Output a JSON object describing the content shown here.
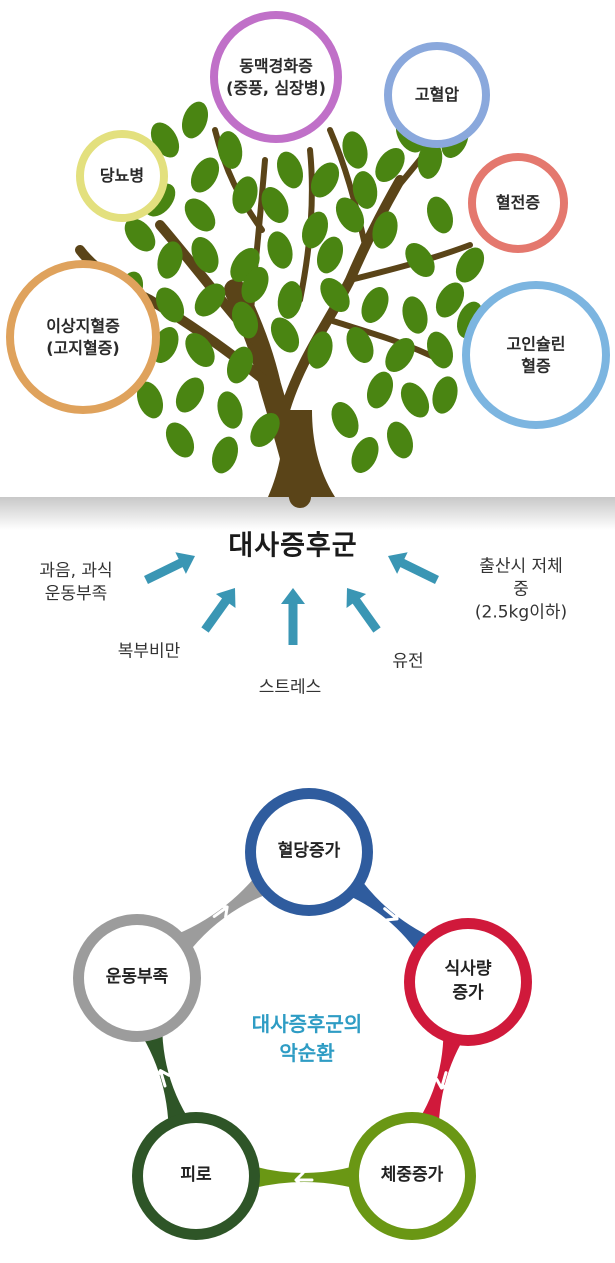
{
  "tree": {
    "diseases": [
      {
        "label": "동맥경화증\n(중풍, 심장병)",
        "color": "#c070c8"
      },
      {
        "label": "고혈압",
        "color": "#8aa8dc"
      },
      {
        "label": "당뇨병",
        "color": "#e3e07e"
      },
      {
        "label": "혈전증",
        "color": "#e4786e"
      },
      {
        "label": "이상지혈증\n(고지혈증)",
        "color": "#dfa25c"
      },
      {
        "label": "고인슐린\n혈증",
        "color": "#7cb5e0"
      }
    ],
    "leaf_color": "#4a8512",
    "trunk_color": "#5a4418"
  },
  "syndrome": {
    "title": "대사증후군",
    "arrow_color": "#3a96b4",
    "causes": [
      {
        "label": "과음, 과식\n운동부족"
      },
      {
        "label": "복부비만"
      },
      {
        "label": "스트레스"
      },
      {
        "label": "유전"
      },
      {
        "label": "출산시 저체중\n(2.5kg이하)"
      }
    ]
  },
  "cycle": {
    "title": "대사증후군의\n악순환",
    "nodes": [
      {
        "label": "혈당증가",
        "color": "#2f5c9e"
      },
      {
        "label": "식사량\n증가",
        "color": "#d0193b"
      },
      {
        "label": "체중증가",
        "color": "#6a9714"
      },
      {
        "label": "피로",
        "color": "#2e5527"
      },
      {
        "label": "운동부족",
        "color": "#9c9c9c"
      }
    ]
  }
}
